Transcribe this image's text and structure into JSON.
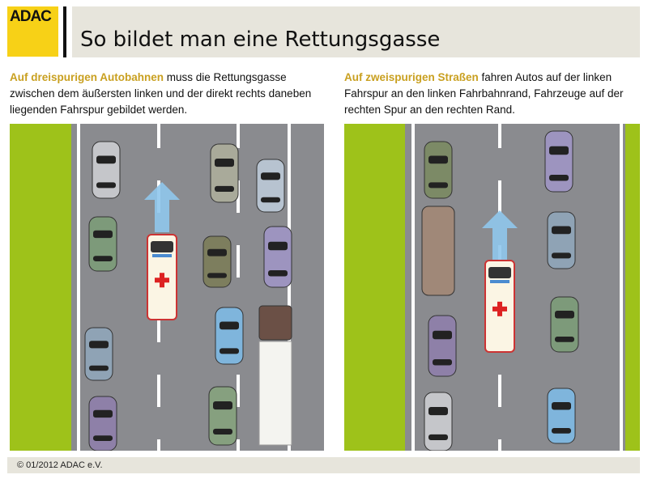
{
  "logo": "ADAC",
  "title": "So bildet man eine Rettungsgasse",
  "left": {
    "highlight": "Auf dreispurigen Autobahnen",
    "text": " muss die Rettungsgasse zwischen dem äußersten linken und der direkt rechts daneben liegenden Fahrspur gebildet werden."
  },
  "right": {
    "highlight": "Auf zweispurigen Straßen",
    "text": " fahren Autos auf der linken Fahrspur an den linken Fahrbahnrand, Fahrzeuge auf der rechten Spur an den rechten Rand."
  },
  "footer": "© 01/2012 ADAC e.V.",
  "colors": {
    "brand": "#f7d117",
    "highlight": "#c9a020",
    "grass": "#9ec21a",
    "road": "#8a8b8f"
  }
}
